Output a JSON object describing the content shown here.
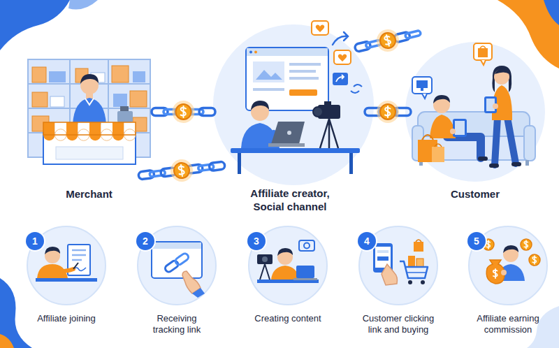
{
  "diagram": {
    "nodes": [
      {
        "text": [
          "Merchant"
        ]
      },
      {
        "text": [
          "Affiliate creator, Social channel"
        ]
      },
      {
        "text": [
          "Customer"
        ]
      },
      {
        "text": [
          "1",
          "Affiliate joining"
        ]
      },
      {
        "text": [
          "2",
          "Receiving tracking link"
        ]
      },
      {
        "text": [
          "3",
          "Creating content"
        ]
      },
      {
        "text": [
          "4",
          "Customer clicking link and buying"
        ]
      },
      {
        "text": [
          "5",
          "Affiliate earning commission"
        ]
      }
    ],
    "edges": [
      {
        "from": 0,
        "to": 1,
        "arrow": "none"
      },
      {
        "from": 1,
        "to": 2,
        "arrow": "none"
      }
    ]
  }
}
